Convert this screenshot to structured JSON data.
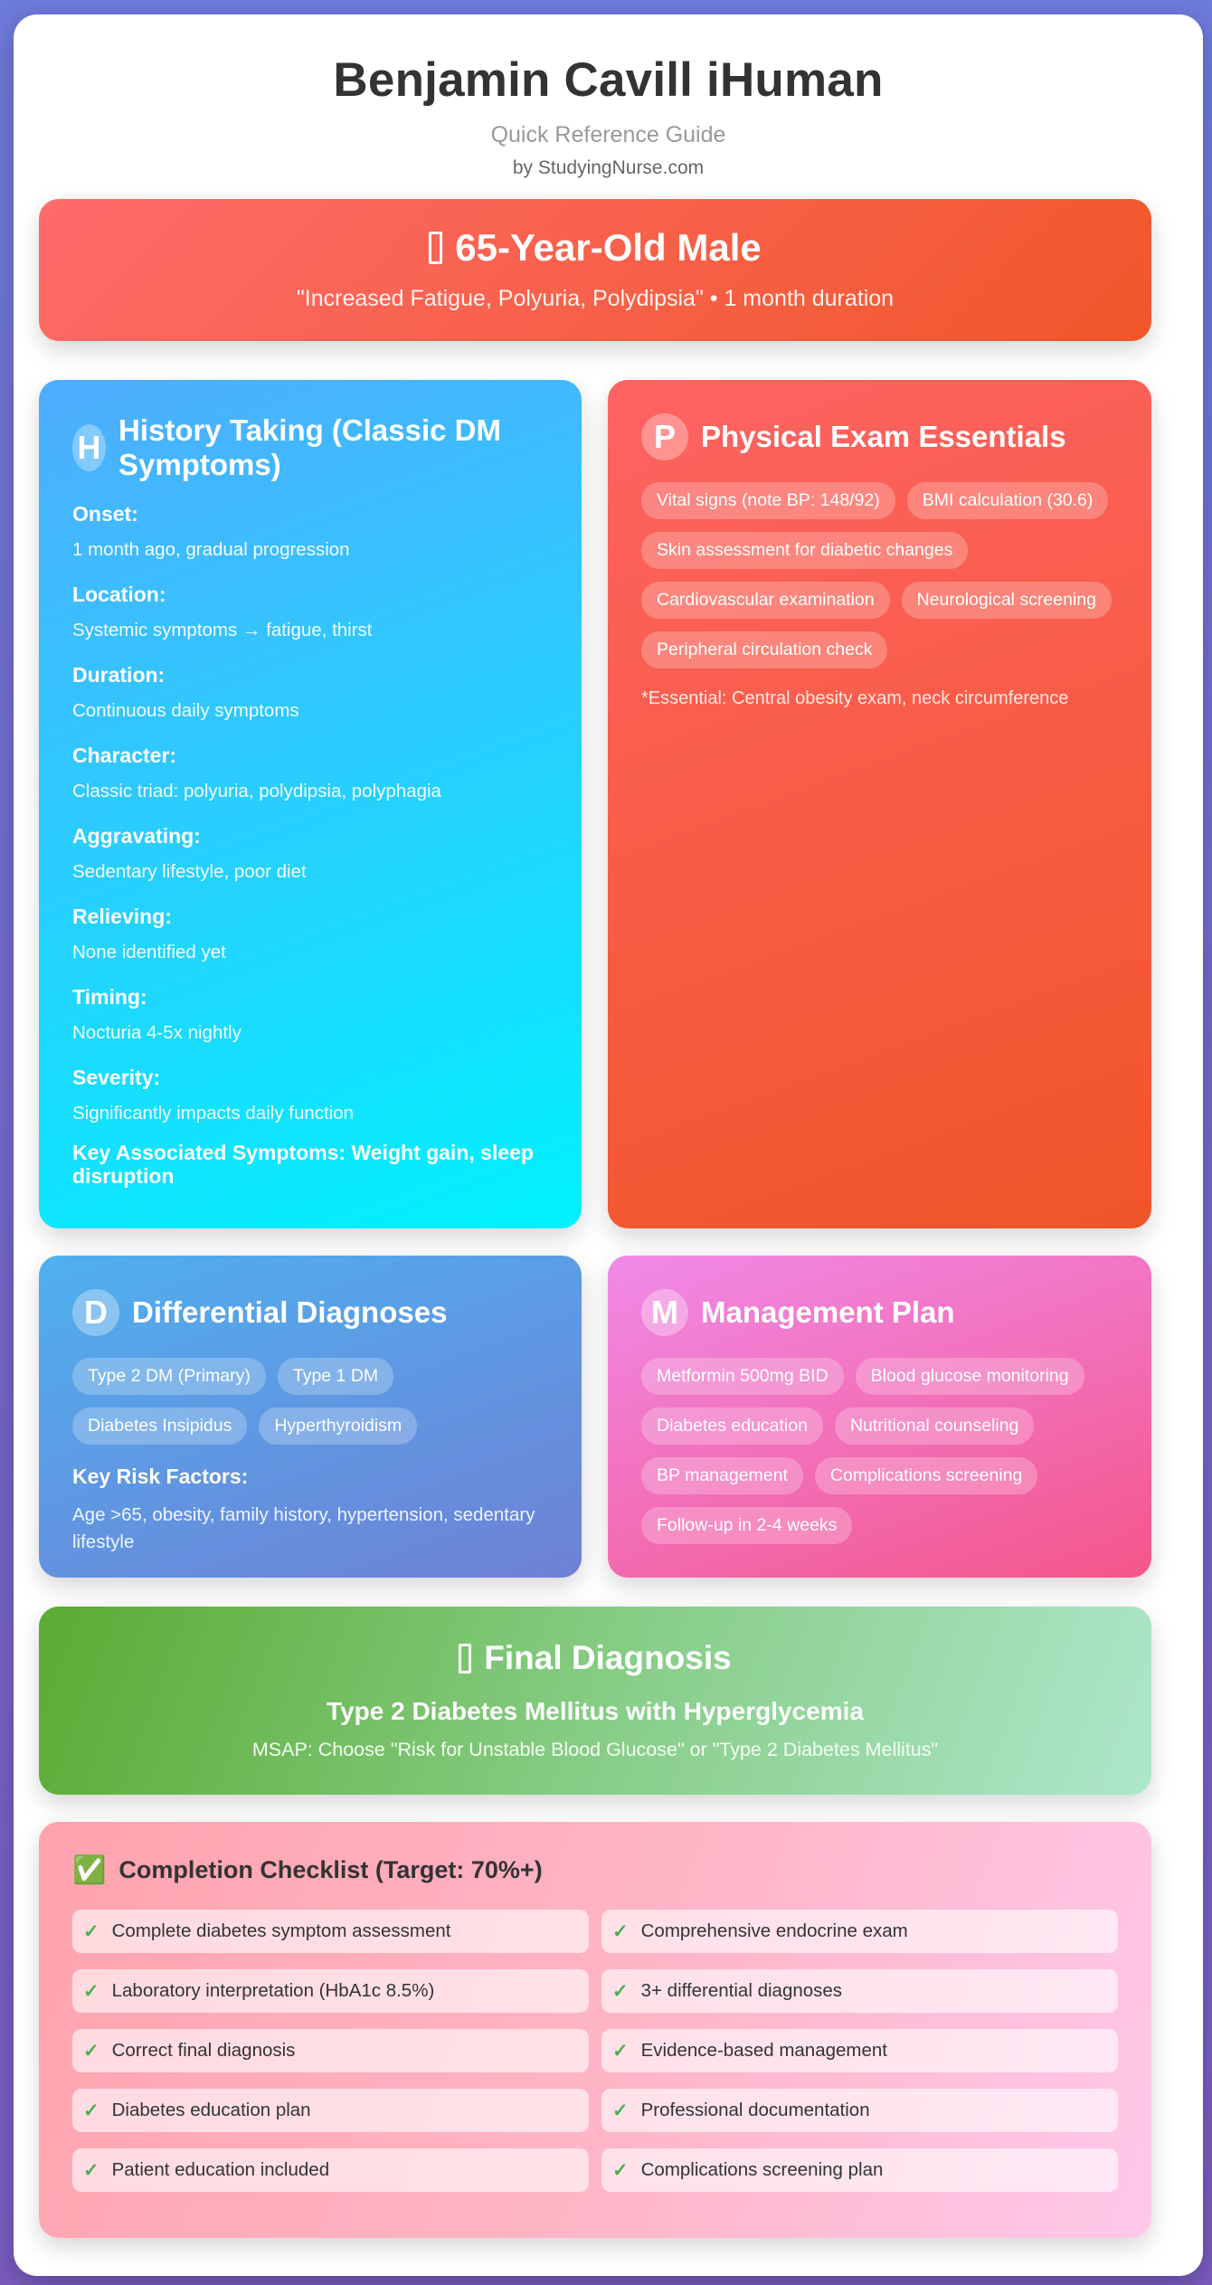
{
  "header": {
    "title": "Benjamin Cavill iHuman",
    "subtitle": "Quick Reference Guide",
    "byline": "by StudyingNurse.com"
  },
  "patient": {
    "title": "65-Year-Old Male",
    "complaint": "\"Increased Fatigue, Polyuria, Polydipsia\" • 1 month duration"
  },
  "history": {
    "badge": "H",
    "title": "History Taking (Classic DM Symptoms)",
    "items": [
      {
        "label": "Onset:",
        "value": "1 month ago, gradual progression"
      },
      {
        "label": "Location:",
        "value": "Systemic symptoms → fatigue, thirst"
      },
      {
        "label": "Duration:",
        "value": "Continuous daily symptoms"
      },
      {
        "label": "Character:",
        "value": "Classic triad: polyuria, polydipsia, polyphagia"
      },
      {
        "label": "Aggravating:",
        "value": "Sedentary lifestyle, poor diet"
      },
      {
        "label": "Relieving:",
        "value": "None identified yet"
      },
      {
        "label": "Timing:",
        "value": "Nocturia 4-5x nightly"
      },
      {
        "label": "Severity:",
        "value": "Significantly impacts daily function"
      }
    ],
    "key_symptoms": "Key Associated Symptoms: Weight gain, sleep disruption"
  },
  "physical": {
    "badge": "P",
    "title": "Physical Exam Essentials",
    "tags": [
      "Vital signs (note BP: 148/92)",
      "BMI calculation (30.6)",
      "Skin assessment for diabetic changes",
      "Cardiovascular examination",
      "Neurological screening",
      "Peripheral circulation check"
    ],
    "note": "*Essential: Central obesity exam, neck circumference"
  },
  "differential": {
    "badge": "D",
    "title": "Differential Diagnoses",
    "tags": [
      "Type 2 DM (Primary)",
      "Type 1 DM",
      "Diabetes Insipidus",
      "Hyperthyroidism"
    ],
    "risk_label": "Key Risk Factors:",
    "risk_value": "Age >65, obesity, family history, hypertension, sedentary lifestyle"
  },
  "management": {
    "badge": "M",
    "title": "Management Plan",
    "tags": [
      "Metformin 500mg BID",
      "Blood glucose monitoring",
      "Diabetes education",
      "Nutritional counseling",
      "BP management",
      "Complications screening",
      "Follow-up in 2-4 weeks"
    ]
  },
  "final": {
    "title": "Final Diagnosis",
    "diagnosis": "Type 2 Diabetes Mellitus with Hyperglycemia",
    "msap": "MSAP: Choose \"Risk for Unstable Blood Glucose\" or \"Type 2 Diabetes Mellitus\""
  },
  "checklist": {
    "icon": "✅",
    "title": "Completion Checklist (Target: 70%+)",
    "check_glyph": "✓",
    "items": [
      "Complete diabetes symptom assessment",
      "Comprehensive endocrine exam",
      "Laboratory interpretation (HbA1c 8.5%)",
      "3+ differential diagnoses",
      "Correct final diagnosis",
      "Evidence-based management",
      "Diabetes education plan",
      "Professional documentation",
      "Patient education included",
      "Complications screening plan"
    ]
  },
  "colors": {
    "patient_gradient": [
      "#ff6b6b",
      "#f0572a"
    ],
    "history_gradient": [
      "#4facfe",
      "#00f2fe"
    ],
    "final_gradient": [
      "#5aab33",
      "#aee7cc"
    ],
    "check_color": "#4caf50"
  }
}
